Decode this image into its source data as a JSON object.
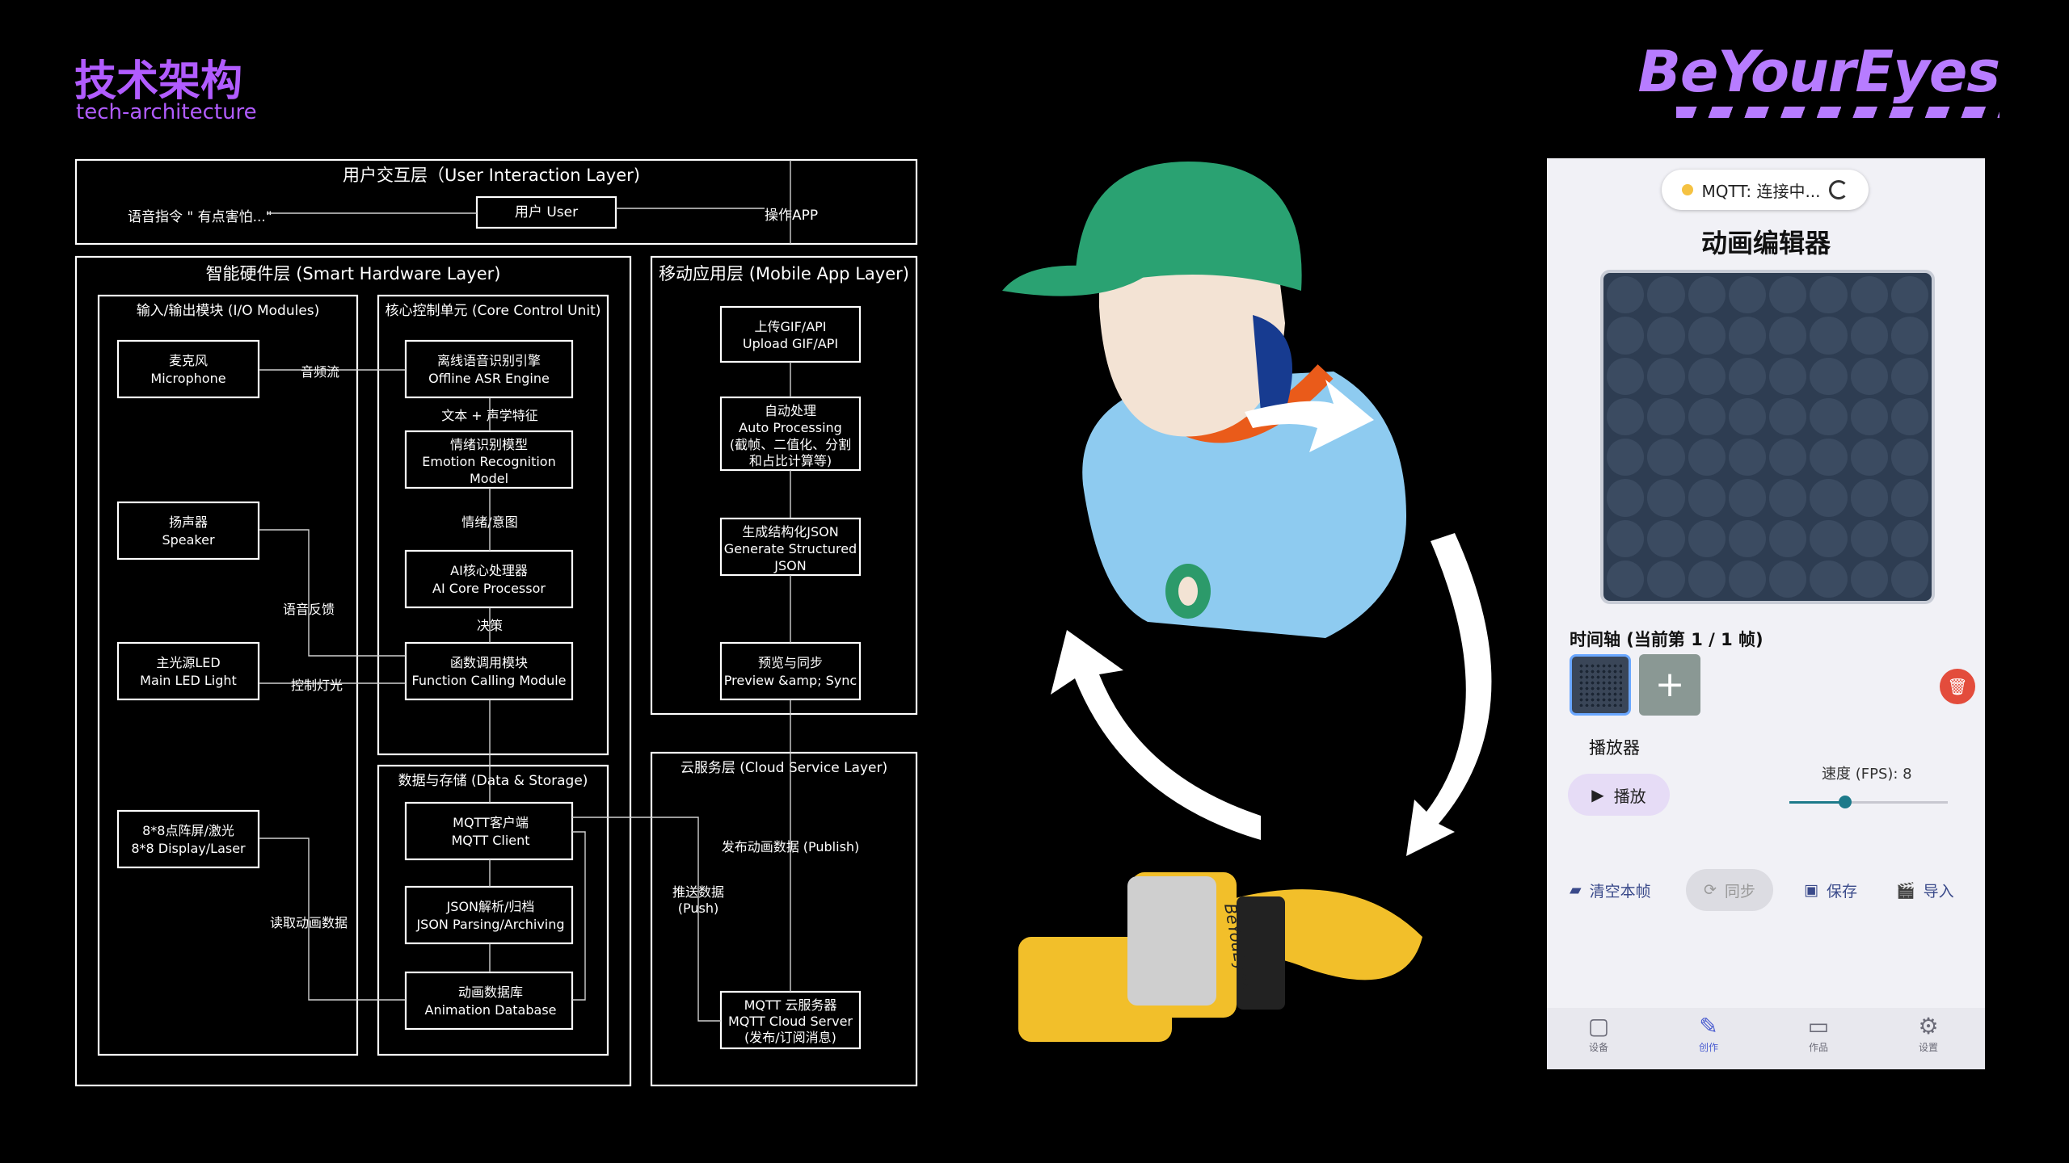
{
  "header": {
    "title": "技术架构",
    "subtitle": "tech-architecture",
    "brand": "BeYourEyes"
  },
  "diagram": {
    "ui_layer": {
      "title": "用户交互层（User Interaction Layer)",
      "user": "用户 User",
      "voice_cmd": "语音指令 \" 有点害怕...\"",
      "operate_app": "操作APP"
    },
    "hw_layer": {
      "title": "智能硬件层 (Smart Hardware Layer)"
    },
    "io": {
      "title": "输入/输出模块 (I/O Modules)",
      "mic": [
        "麦克风",
        "Microphone"
      ],
      "speaker": [
        "扬声器",
        "Speaker"
      ],
      "led": [
        "主光源LED",
        "Main LED Light"
      ],
      "display": [
        "8*8点阵屏/激光",
        "8*8 Display/Laser"
      ]
    },
    "core": {
      "title": "核心控制单元 (Core Control Unit)",
      "asr": [
        "离线语音识别引擎",
        "Offline ASR Engine"
      ],
      "emotion": [
        "情绪识别模型",
        "Emotion Recognition",
        "Model"
      ],
      "ai": [
        "AI核心处理器",
        "AI Core Processor"
      ],
      "func": [
        "函数调用模块",
        "Function Calling Module"
      ]
    },
    "storage": {
      "title": "数据与存储 (Data & Storage)",
      "mqtt_client": [
        "MQTT客户端",
        "MQTT Client"
      ],
      "json": [
        "JSON解析/归档",
        "JSON Parsing/Archiving"
      ],
      "anim_db": [
        "动画数据库",
        "Animation Database"
      ]
    },
    "mobile": {
      "title": "移动应用层 (Mobile App Layer)",
      "upload": [
        "上传GIF/API",
        "Upload GIF/API"
      ],
      "auto": [
        "自动处理",
        "Auto Processing",
        "(截帧、二值化、分割",
        "和占比计算等)"
      ],
      "gen": [
        "生成结构化JSON",
        "Generate Structured",
        "JSON"
      ],
      "preview": [
        "预览与同步",
        "Preview &amp; Sync"
      ]
    },
    "cloud": {
      "title": "云服务层 (Cloud Service Layer)",
      "server": [
        "MQTT 云服务器",
        "MQTT Cloud Server",
        "(发布/订阅消息)"
      ]
    },
    "edges": {
      "audio_stream": "音频流",
      "text_acoustic": "文本 + 声学特征",
      "intent": "情绪/意图",
      "decision": "决策",
      "voice_feedback": "语音反馈",
      "light_ctrl": "控制灯光",
      "read_anim": "读取动画数据",
      "publish": "发布动画数据 (Publish)",
      "push": [
        "推送数据",
        "(Push)"
      ]
    }
  },
  "device": {
    "label": "BeYouEyes"
  },
  "phone": {
    "mqtt_status": "MQTT: 连接中...",
    "title": "动画编辑器",
    "timeline": "时间轴 (当前第 1 / 1 帧)",
    "add": "+",
    "player": "播放器",
    "speed_label": "速度 (FPS): 8",
    "speed_fraction": 0.35,
    "play": "播放",
    "actions": {
      "clear": "清空本帧",
      "sync": "同步",
      "save": "保存",
      "import": "导入"
    },
    "tabs": [
      "设备",
      "创作",
      "作品",
      "设置"
    ],
    "active_tab": 1
  }
}
